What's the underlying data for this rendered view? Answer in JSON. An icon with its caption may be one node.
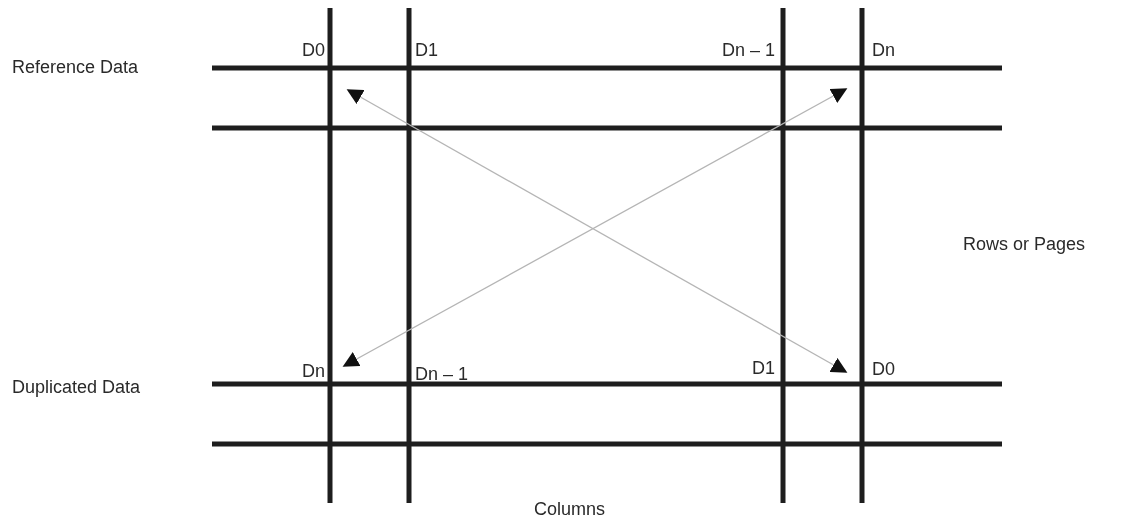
{
  "diagram": {
    "nodes": [
      {
        "text": [
          "D0"
        ]
      },
      {
        "text": [
          "Dn"
        ]
      },
      {
        "text": [
          "Dn"
        ]
      },
      {
        "text": [
          "D0"
        ]
      }
    ],
    "edges": [
      {
        "from": 0,
        "to": 3,
        "arrow": "both"
      },
      {
        "from": 1,
        "to": 2,
        "arrow": "both"
      }
    ],
    "labels": [
      "D1",
      "Dn – 1",
      "Reference Data",
      "Rows or Pages",
      "Dn – 1",
      "D1",
      "Duplicated Data",
      "Columns"
    ]
  }
}
